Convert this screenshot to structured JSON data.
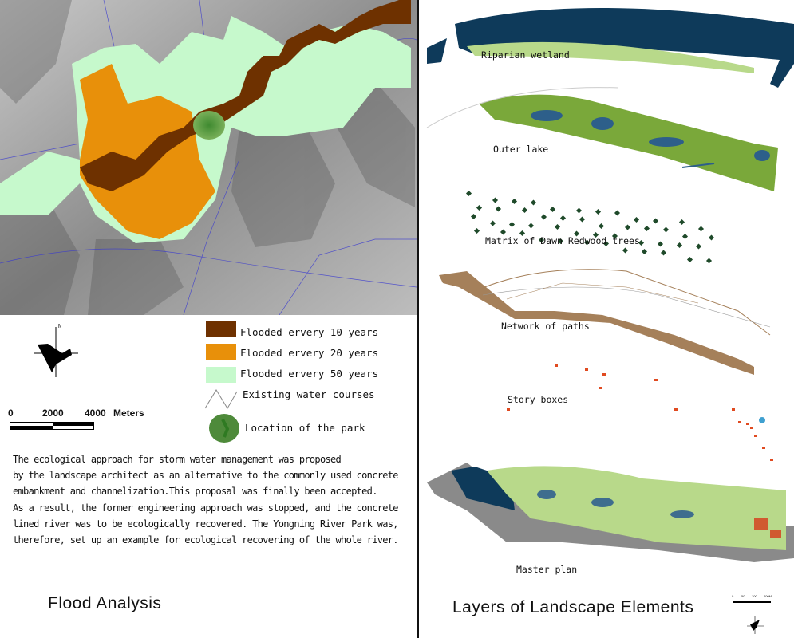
{
  "flood_analysis": {
    "title": "Flood Analysis",
    "legend": [
      {
        "label": "Flooded ervery 10 years",
        "color": "#6e3100"
      },
      {
        "label": "Flooded ervery 20 years",
        "color": "#e8900a"
      },
      {
        "label": "Flooded ervery 50 years",
        "color": "#c6f9cc"
      },
      {
        "label": "Existing water courses",
        "icon": "water-course-line-icon"
      },
      {
        "label": "Location of the park",
        "icon": "park-location-icon"
      }
    ],
    "north_label": "N",
    "scale": {
      "ticks": [
        "0",
        "2000",
        "4000"
      ],
      "unit": "Meters"
    },
    "description": [
      "The ecological approach for storm water management was proposed",
      "by the landscape architect as an alternative to the commonly used concrete",
      "embankment and channelization.This proposal was finally been accepted.",
      "As a result, the former engineering approach was stopped, and the concrete",
      "lined river was to be ecologically recovered. The Yongning River Park was,",
      "therefore, set up an example for ecological recovering of the whole river."
    ]
  },
  "layers": {
    "title": "Layers of Landscape Elements",
    "items": [
      {
        "label": "Riparian wetland"
      },
      {
        "label": "Outer lake"
      },
      {
        "label": "Matrix of Dawn Redwood trees"
      },
      {
        "label": "Network of paths"
      },
      {
        "label": "Story boxes"
      },
      {
        "label": "Master plan"
      }
    ],
    "scale": {
      "ticks": [
        "0",
        "50",
        "100",
        "200M"
      ]
    },
    "colors": {
      "water": "#0e3a5a",
      "green": "#7aa83a",
      "tree": "#1f4a2a",
      "path": "#a5805a",
      "box": "#e04a20"
    }
  }
}
